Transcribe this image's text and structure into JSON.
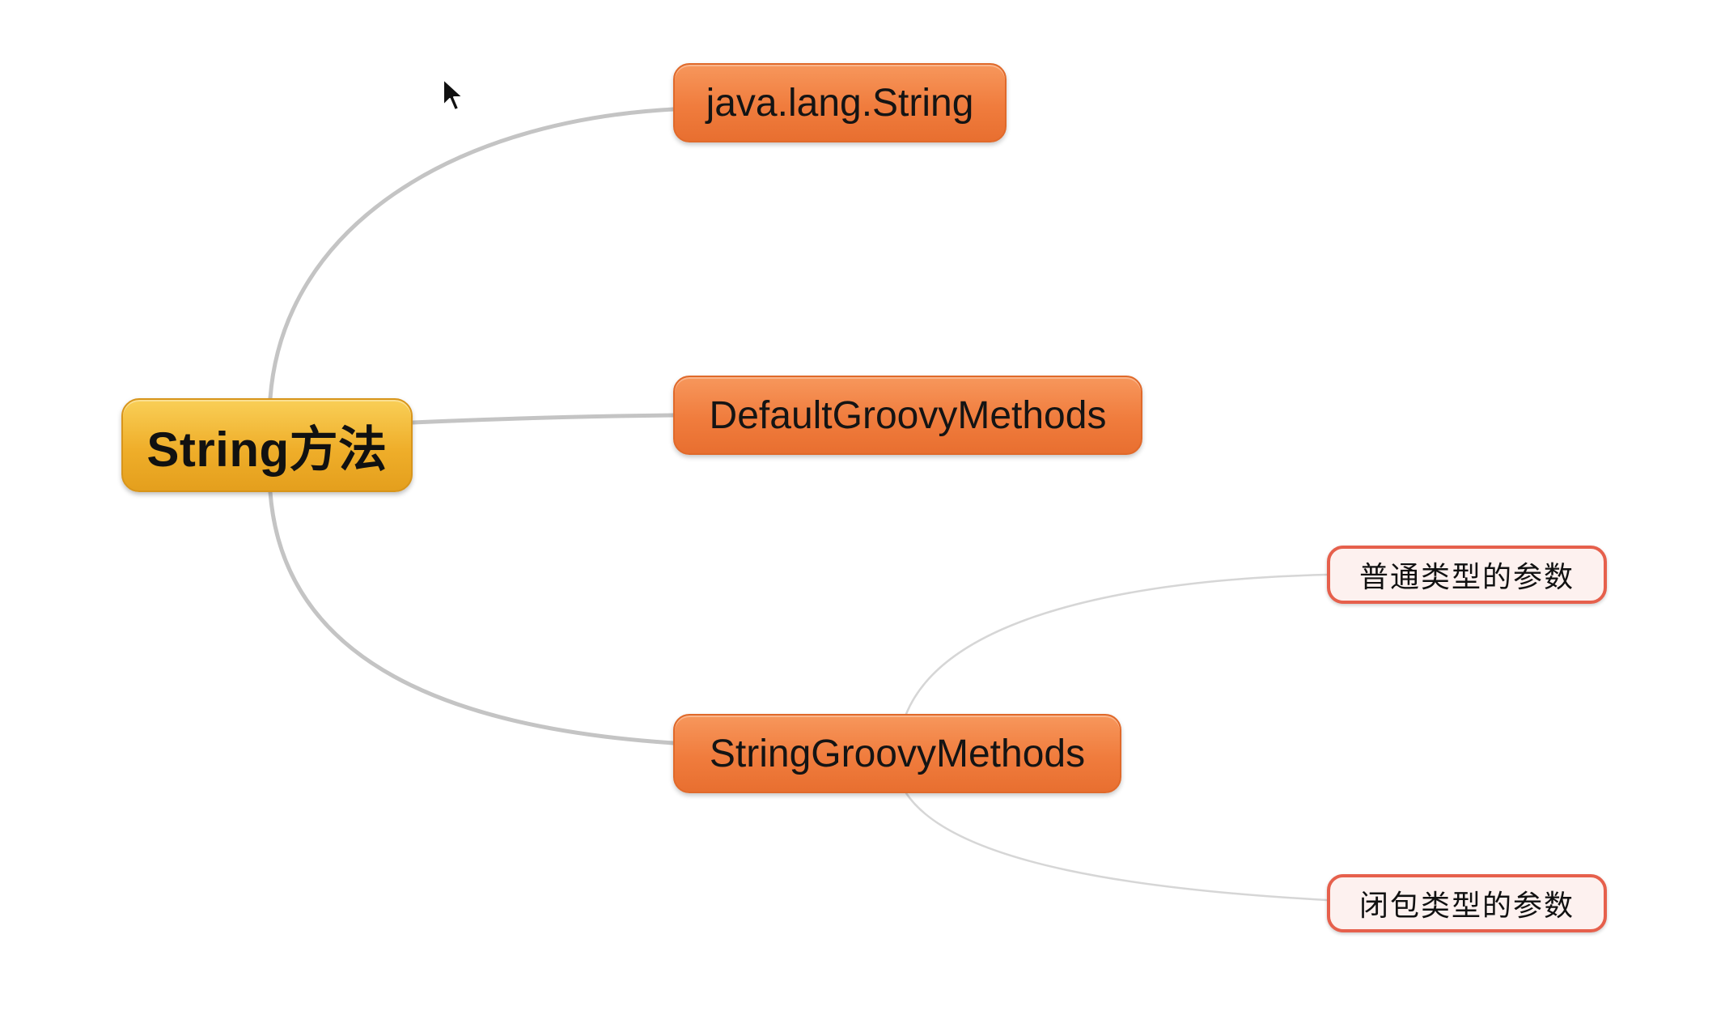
{
  "mindmap": {
    "root": {
      "label": "String方法",
      "color": "#efae2a"
    },
    "branches": [
      {
        "label": "java.lang.String",
        "color": "#f07c3d"
      },
      {
        "label": "DefaultGroovyMethods",
        "color": "#f07c3d"
      },
      {
        "label": "StringGroovyMethods",
        "color": "#f07c3d",
        "children": [
          {
            "label": "普通类型的参数",
            "border_color": "#e6604c"
          },
          {
            "label": "闭包类型的参数",
            "border_color": "#e6604c"
          }
        ]
      }
    ],
    "connector_color": "#c4c4c4"
  },
  "pointer": {
    "icon": "mouse-cursor-icon"
  }
}
